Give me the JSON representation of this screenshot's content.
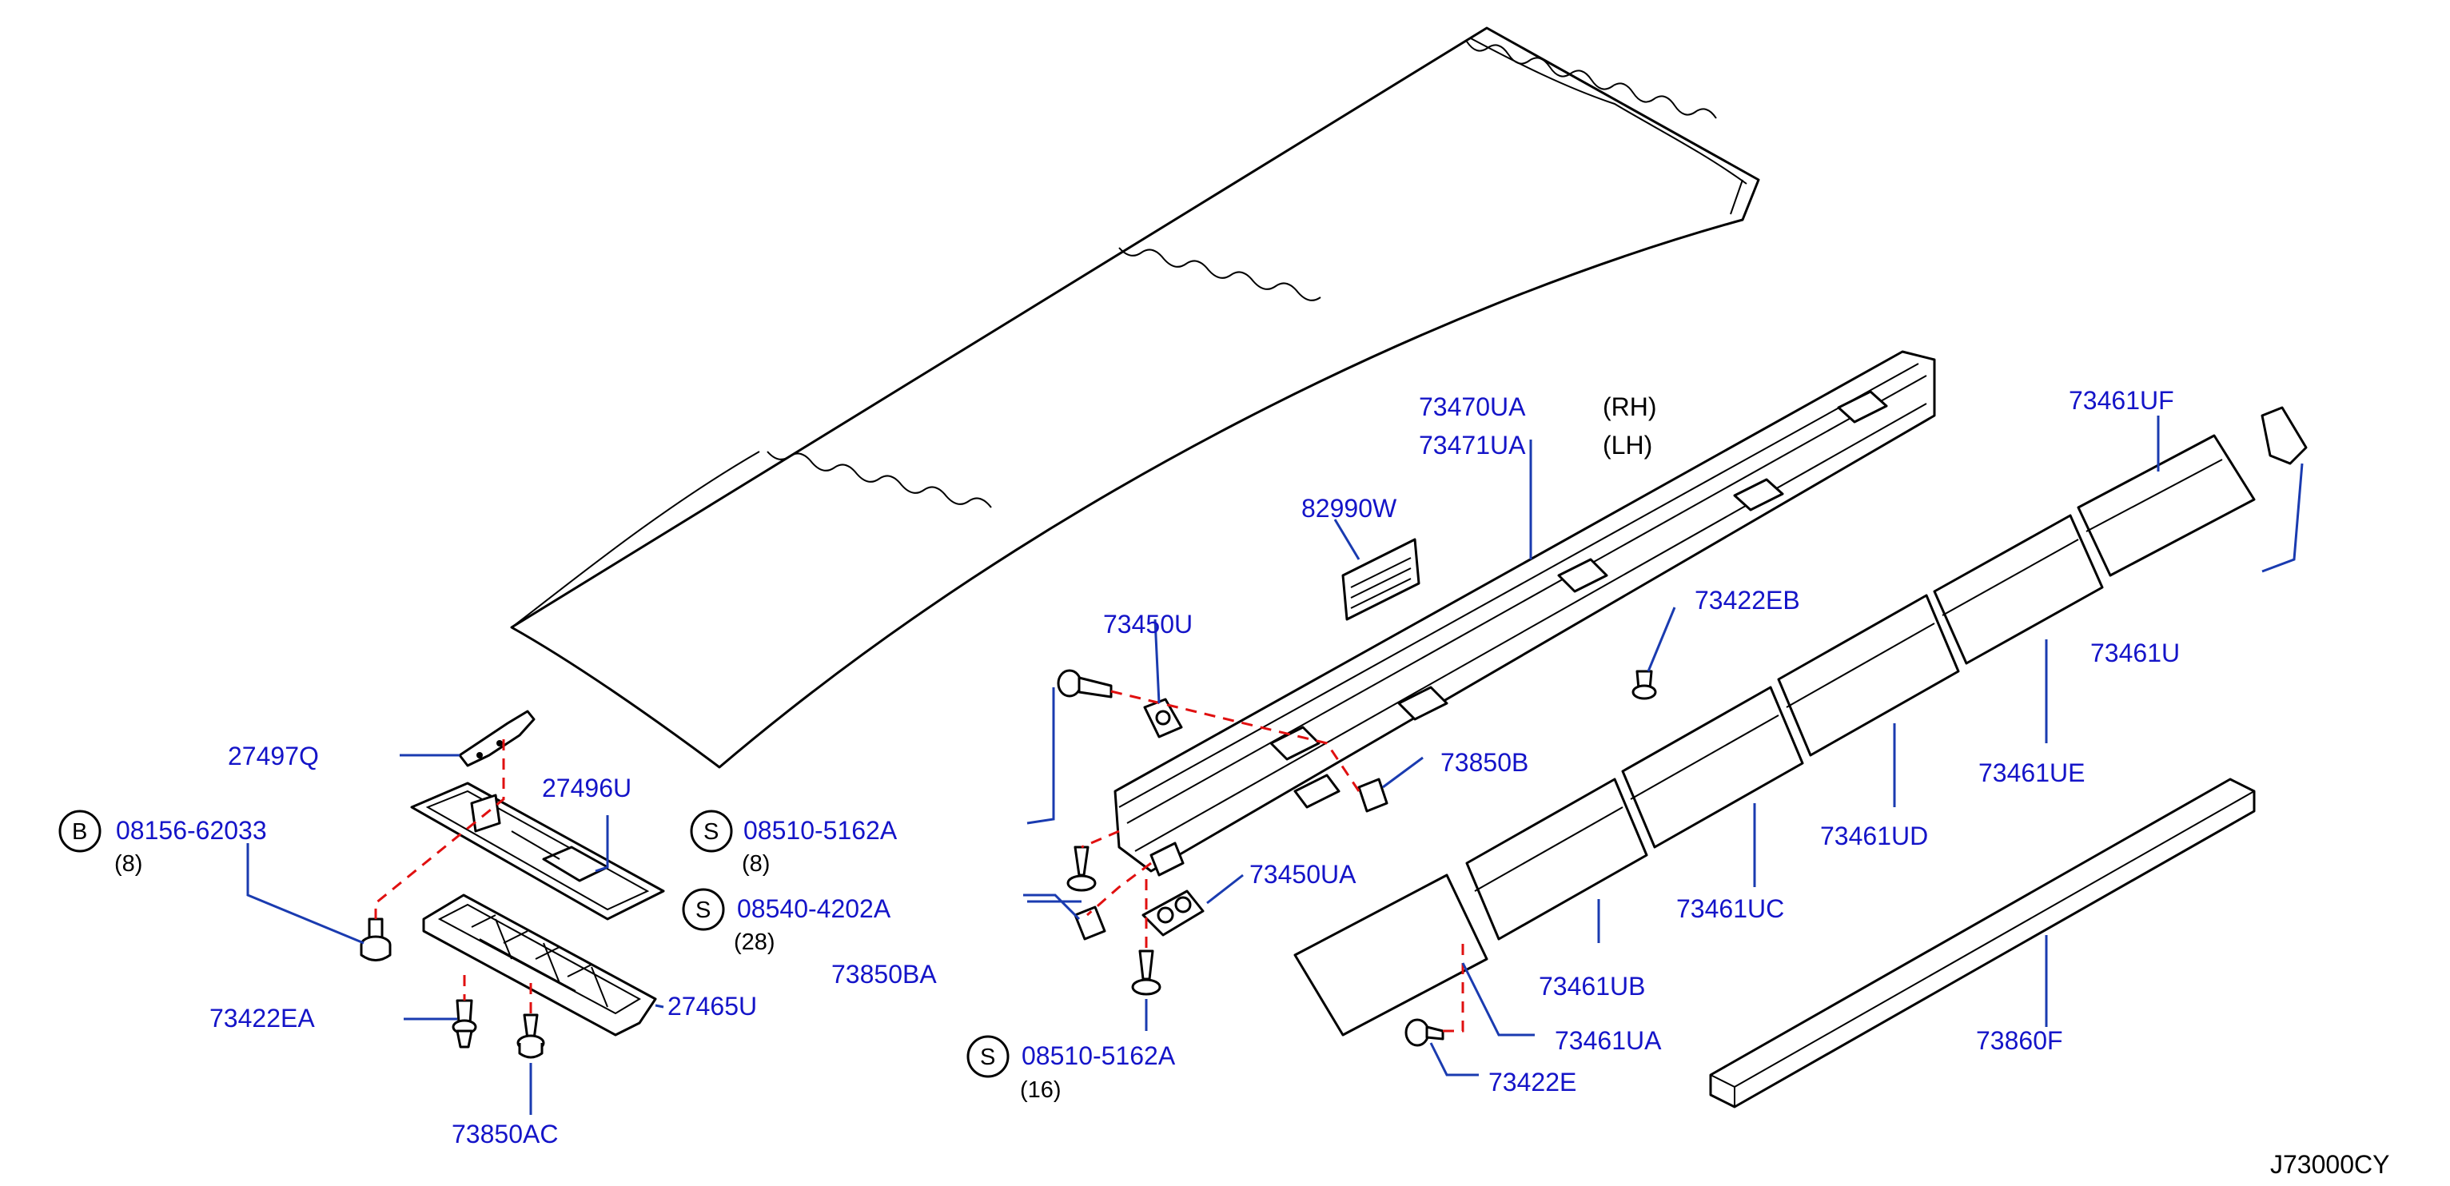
{
  "diagram_id": "J73000CY",
  "labels": {
    "p27497Q": "27497Q",
    "p27496U": "27496U",
    "p08156_62033": "08156-62033",
    "q08156": "(8)",
    "sym_B": "B",
    "p08510_top": "08510-5162A",
    "q08510_top": "(8)",
    "sym_S1": "S",
    "p08540": "08540-4202A",
    "q08540": "(28)",
    "sym_S2": "S",
    "p27465U": "27465U",
    "p73422EA": "73422EA",
    "p73850AC": "73850AC",
    "p73470UA": "73470UA",
    "s_rh": "(RH)",
    "p73471UA": "73471UA",
    "s_lh": "(LH)",
    "p82990W": "82990W",
    "p73450U": "73450U",
    "p73422EB": "73422EB",
    "p73850B": "73850B",
    "p73450UA": "73450UA",
    "p73850BA": "73850BA",
    "p08510_bot": "08510-5162A",
    "q08510_bot": "(16)",
    "sym_S3": "S",
    "p73461UF": "73461UF",
    "p73461U": "73461U",
    "p73461UE": "73461UE",
    "p73461UD": "73461UD",
    "p73461UC": "73461UC",
    "p73461UB": "73461UB",
    "p73461UA": "73461UA",
    "p73422E": "73422E",
    "p73860F": "73860F"
  },
  "colors": {
    "part_number": "#1414c8",
    "leader": "#1a3bb0",
    "hidden_line": "#e01010",
    "outline": "#000000"
  }
}
